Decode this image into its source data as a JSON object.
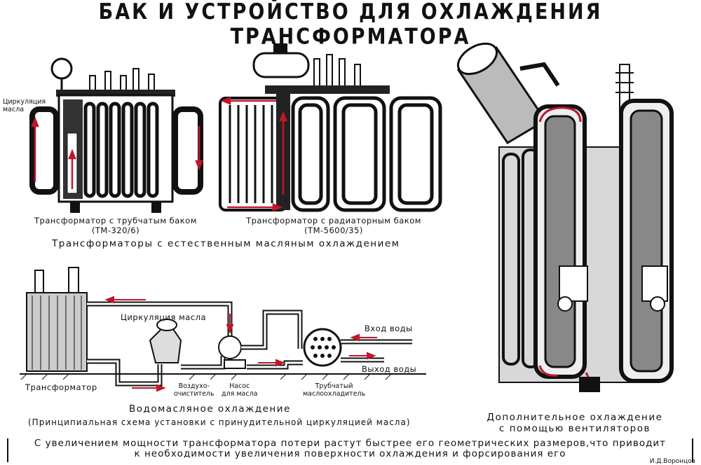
{
  "title": "БАК И УСТРОЙСТВО ДЛЯ ОХЛАЖДЕНИЯ ТРАНСФОРМАТОРА",
  "labels": {
    "oil_circulation_top": "Циркуляция масла",
    "tubular_tank_line1": "Трансформатор с трубчатым баком",
    "tubular_tank_line2": "(ТМ-320/6)",
    "radiator_tank_line1": "Трансформатор с радиаторным баком",
    "radiator_tank_line2": "(ТМ-5600/35)",
    "natural_cooling": "Трансформаторы с естественным масляным охлаждением",
    "oil_circulation_scheme": "Циркуляция масла",
    "water_in": "Вход воды",
    "water_out": "Выход воды",
    "transformer": "Трансформатор",
    "air_cleaner": "Воздухо-\nочиститель",
    "oil_pump": "Насос\nдля масла",
    "tube_cooler": "Трубчатый\nмаслоохладитель",
    "water_oil_cooling": "Водомасляное охлаждение",
    "forced_scheme": "(Принципиальная схема установки с принудительной циркуляцией масла)",
    "fan_cooling_line1": "Дополнительное охлаждение",
    "fan_cooling_line2": "с помощью вентиляторов"
  },
  "footer": {
    "line1": "С увеличением мощности трансформатора потери растут быстрее его геометрических размеров,что приводит",
    "line2": "к необходимости увеличения поверхности охлаждения и форсирования его"
  },
  "author": "И.Д.Воронцов",
  "colors": {
    "ink": "#111111",
    "accent": "#c0162b"
  }
}
